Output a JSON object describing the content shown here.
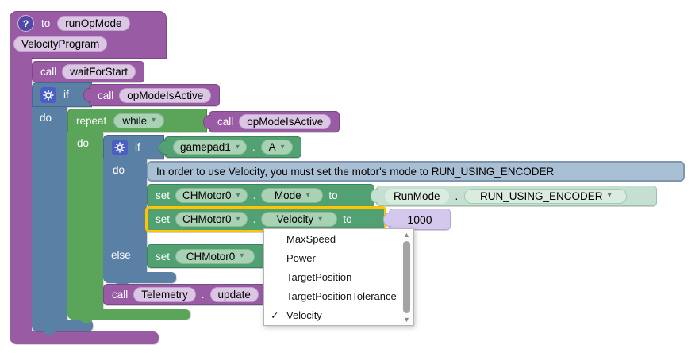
{
  "colors": {
    "procedure_purple": "#9a5ba5",
    "logic_blue": "#5b80a5",
    "loop_green": "#5ba55b",
    "motor_green": "#52a173",
    "mint_value": "#c5e0d0",
    "comment_steel": "#a9bfd4",
    "number_lavender": "#d4c9ec",
    "selection_yellow": "#fdc500",
    "menu_bg": "#ffffff"
  },
  "icons": {
    "help": "?",
    "dropdown_arrow": "▾",
    "check": "✓",
    "scroll_up": "▲",
    "scroll_down": "▼"
  },
  "procedure": {
    "to": "to",
    "name": "runOpMode",
    "parameter": "VelocityProgram"
  },
  "wait_for_start": {
    "call": "call",
    "method": "waitForStart"
  },
  "outer_if": {
    "if": "if",
    "do": "do"
  },
  "call_opmode_1": {
    "call": "call",
    "method": "opModeIsActive"
  },
  "repeat": {
    "repeat": "repeat",
    "mode": "while",
    "do": "do"
  },
  "call_opmode_2": {
    "call": "call",
    "method": "opModeIsActive"
  },
  "inner_if": {
    "if": "if",
    "do": "do",
    "else": "else"
  },
  "gamepad": {
    "device": "gamepad1",
    "dot": ".",
    "button": "A"
  },
  "comment": {
    "text": "In order to use Velocity, you must set the motor's mode to RUN_USING_ENCODER"
  },
  "set_mode": {
    "set": "set",
    "motor": "CHMotor0",
    "dot": ".",
    "property": "Mode",
    "to": "to"
  },
  "run_mode_value": {
    "type": "RunMode",
    "dot": ".",
    "option": "RUN_USING_ENCODER"
  },
  "set_velocity": {
    "set": "set",
    "motor": "CHMotor0",
    "dot": ".",
    "property": "Velocity",
    "to": "to",
    "value": "1000"
  },
  "else_set": {
    "set": "set",
    "motor": "CHMotor0"
  },
  "telemetry_call": {
    "call": "call",
    "object": "Telemetry",
    "dot": ".",
    "method": "update"
  },
  "dropdown_menu": {
    "items": [
      {
        "label": "MaxSpeed",
        "checked": false
      },
      {
        "label": "Power",
        "checked": false
      },
      {
        "label": "TargetPosition",
        "checked": false
      },
      {
        "label": "TargetPositionTolerance",
        "checked": false
      },
      {
        "label": "Velocity",
        "checked": true
      }
    ]
  }
}
